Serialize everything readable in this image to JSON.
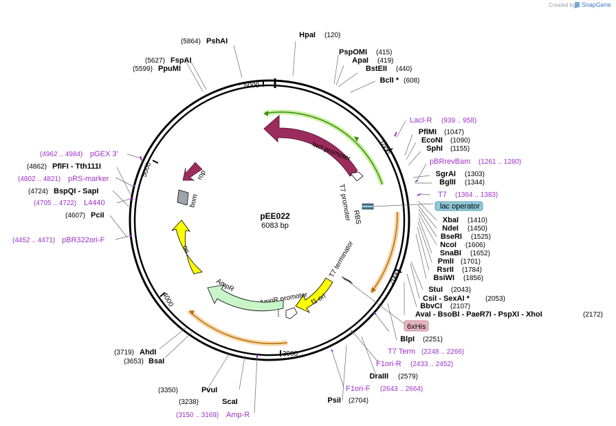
{
  "header": {
    "credit": "Created by",
    "brand": "SnapGene"
  },
  "plasmid": {
    "name": "pEE022",
    "size_label": "6083 bp"
  },
  "ticks": [
    {
      "label": "1000"
    },
    {
      "label": "2000"
    },
    {
      "label": "3000"
    },
    {
      "label": "4000"
    },
    {
      "label": "5000"
    },
    {
      "label": "6000"
    }
  ],
  "features": [
    {
      "label": "lacI"
    },
    {
      "label": "lacI promoter"
    },
    {
      "label": "T7 promoter"
    },
    {
      "label": "RBS"
    },
    {
      "label": "T7 terminator"
    },
    {
      "label": "f1 ori"
    },
    {
      "label": "AmpR promoter"
    },
    {
      "label": "AmpR"
    },
    {
      "label": "ori"
    },
    {
      "label": "bom"
    },
    {
      "label": "rop"
    }
  ],
  "sites": [
    {
      "name": "HpaI",
      "pos": "(120)"
    },
    {
      "name": "PspOMI",
      "pos": "(415)"
    },
    {
      "name": "ApaI",
      "pos": "(419)"
    },
    {
      "name": "BstEII",
      "pos": "(440)"
    },
    {
      "name": "BclI *",
      "pos": "(608)"
    },
    {
      "name": "PflMI",
      "pos": "(1047)"
    },
    {
      "name": "EcoNI",
      "pos": "(1090)"
    },
    {
      "name": "SphI",
      "pos": "(1155)"
    },
    {
      "name": "SgrAI",
      "pos": "(1303)"
    },
    {
      "name": "BglII",
      "pos": "(1344)"
    },
    {
      "name": "XbaI",
      "pos": "(1410)"
    },
    {
      "name": "NdeI",
      "pos": "(1450)"
    },
    {
      "name": "BseRI",
      "pos": "(1525)"
    },
    {
      "name": "NcoI",
      "pos": "(1606)"
    },
    {
      "name": "SnaBI",
      "pos": "(1652)"
    },
    {
      "name": "PmlI",
      "pos": "(1701)"
    },
    {
      "name": "RsrII",
      "pos": "(1784)"
    },
    {
      "name": "BsiWI",
      "pos": "(1856)"
    },
    {
      "name": "StuI",
      "pos": "(2043)"
    },
    {
      "name": "CsiI  -  SexAI *",
      "pos": "(2053)"
    },
    {
      "name": "BbvCI",
      "pos": "(2107)"
    },
    {
      "name": "AvaI  -  BsoBI  -  PaeR7I  -  PspXI  -  XhoI",
      "pos": "(2172)"
    },
    {
      "name": "BlpI",
      "pos": "(2251)"
    },
    {
      "name": "DraIII",
      "pos": "(2579)"
    },
    {
      "name": "PsiI",
      "pos": "(2704)"
    },
    {
      "name": "ScaI",
      "pos": "(3238)"
    },
    {
      "name": "PvuI",
      "pos": "(3350)"
    },
    {
      "name": "BsaI",
      "pos": "(3653)"
    },
    {
      "name": "AhdI",
      "pos": "(3719)"
    },
    {
      "name": "PciI",
      "pos": "(4607)"
    },
    {
      "name": "BspQI  -  SapI",
      "pos": "(4724)"
    },
    {
      "name": "PflFI  -  Tth111I",
      "pos": "(4862)"
    },
    {
      "name": "PpuMI",
      "pos": "(5599)"
    },
    {
      "name": "FspAI",
      "pos": "(5627)"
    },
    {
      "name": "PshAI",
      "pos": "(5864)"
    }
  ],
  "primers": [
    {
      "name": "LacI-R",
      "pos": "(939 .. 958)"
    },
    {
      "name": "pBRrevBam",
      "pos": "(1261 .. 1280)"
    },
    {
      "name": "T7",
      "pos": "(1364 .. 1383)"
    },
    {
      "name": "T7 Term",
      "pos": "(2248 .. 2266)"
    },
    {
      "name": "F1ori-R",
      "pos": "(2433 .. 2452)"
    },
    {
      "name": "F1ori-F",
      "pos": "(2643 .. 2664)"
    },
    {
      "name": "Amp-R",
      "pos": "(3150 .. 3169)"
    },
    {
      "name": "pBR322ori-F",
      "pos": "(4452 .. 4471)"
    },
    {
      "name": "L4440",
      "pos": "(4705 .. 4722)"
    },
    {
      "name": "pRS-marker",
      "pos": "(4802 .. 4821)"
    },
    {
      "name": "pGEX 3'",
      "pos": "(4962 .. 4984)"
    }
  ],
  "tags": {
    "lac_operator": "lac operator",
    "his": "6xHis"
  },
  "colors": {
    "lacI": "#9c2c5e",
    "rop": "#9c2c5e",
    "bom": "#a0a4aa",
    "ampR": "#c8f5c8",
    "ori": "#ffff00",
    "f1ori": "#ffff00",
    "orf_green": "#3a8a10",
    "orf_orange": "#b86a10",
    "primer": "#9b30c8",
    "lac_operator": "#8fc8d8",
    "his": "#e8b4c4"
  }
}
